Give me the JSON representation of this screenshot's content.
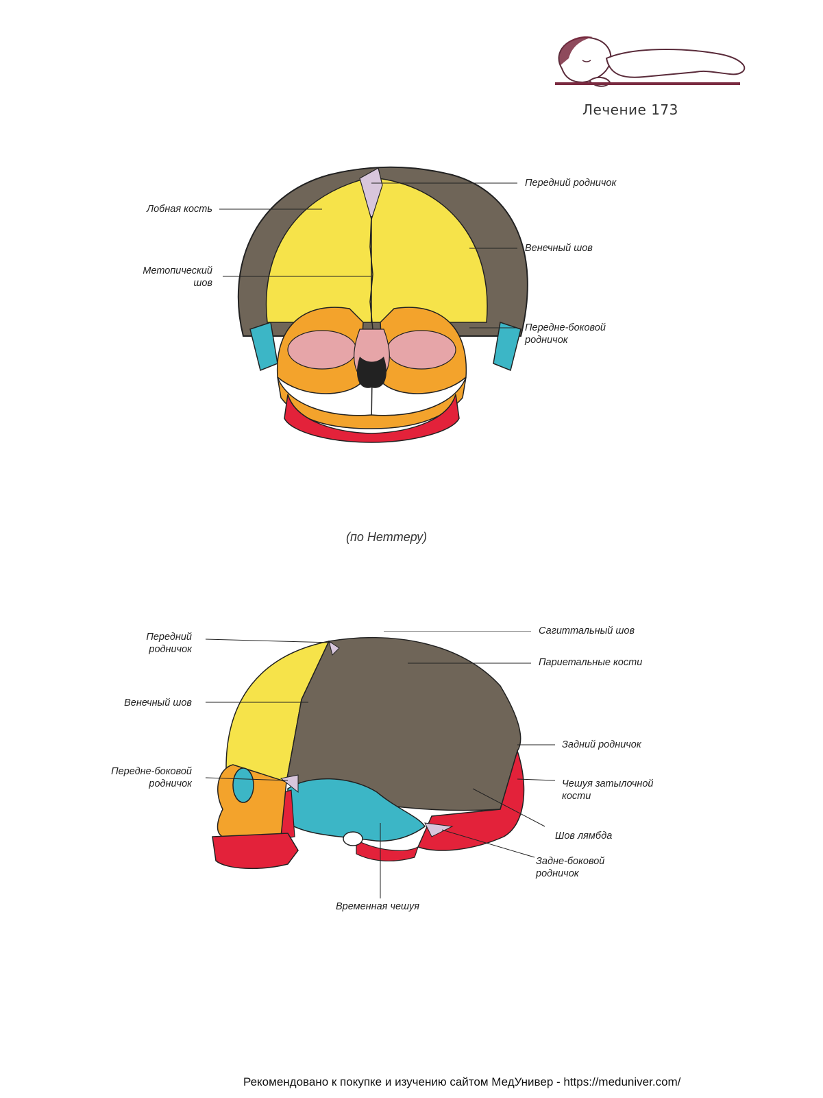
{
  "header": {
    "section": "Лечение",
    "page_number": "173"
  },
  "front_view": {
    "labels": {
      "anterior_fontanelle": "Передний родничок",
      "frontal_bone": "Лобная кость",
      "coronal_suture": "Венечный шов",
      "metopic_suture": "Метопический\nшов",
      "anterolateral_fontanelle": "Передне-боковой\nродничок"
    }
  },
  "caption": "(по Неттеру)",
  "side_view": {
    "labels": {
      "sagittal_suture": "Сагиттальный шов",
      "anterior_fontanelle": "Передний\nродничок",
      "parietal_bones": "Париетальные кости",
      "coronal_suture": "Венечный шов",
      "posterior_fontanelle": "Задний родничок",
      "anterolateral_fontanelle": "Передне-боковой\nродничок",
      "occipital_squama": "Чешуя затылочной\nкости",
      "lambdoid_suture": "Шов лямбда",
      "posterolateral_fontanelle": "Задне-боковой\nродничок",
      "temporal_squama": "Временная чешуя"
    }
  },
  "footer": {
    "text": "Рекомендовано к покупке и изучению сайтом МедУнивер - https://meduniver.com/"
  },
  "colors": {
    "yellow": "#f6e34a",
    "orange": "#f3a32c",
    "red": "#e3223a",
    "blue": "#3cb6c6",
    "gray": "#6f6558",
    "lilac": "#d8c6dc"
  },
  "icons": [
    "sleeping-baby-icon"
  ]
}
